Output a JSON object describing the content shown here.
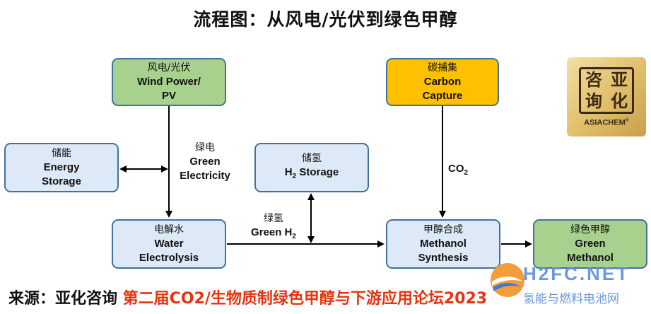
{
  "title": "流程图：从风电/光伏到绿色甲醇",
  "nodes": {
    "wind": {
      "zh": "风电/光伏",
      "en1": "Wind Power/",
      "en2": "PV"
    },
    "storage": {
      "zh": "储能",
      "en1": "Energy",
      "en2": "Storage"
    },
    "h2storage": {
      "zh": "储氢",
      "en_pre": "H",
      "sub": "2",
      "en_post": " Storage"
    },
    "electrolysis": {
      "zh": "电解水",
      "en1": "Water",
      "en2": "Electrolysis"
    },
    "carbon": {
      "zh": "碳捕集",
      "en1": "Carbon",
      "en2": "Capture"
    },
    "synthesis": {
      "zh": "甲醇合成",
      "en1": "Methanol",
      "en2": "Synthesis"
    },
    "green_methanol": {
      "zh": "绿色甲醇",
      "en1": "Green",
      "en2": "Methanol"
    }
  },
  "edge_labels": {
    "green_electricity": {
      "zh": "绿电",
      "en1": "Green",
      "en2": "Electricity"
    },
    "green_h2": {
      "zh": "绿氢",
      "en_pre": "Green H",
      "sub": "2"
    },
    "co2": {
      "pre": "CO",
      "sub": "2"
    }
  },
  "logo": {
    "chars": [
      "咨",
      "亚",
      "询",
      "化"
    ],
    "name": "ASIACHEM",
    "mark": "®"
  },
  "source": {
    "prefix": "来源：亚化咨询 ",
    "highlight": "第二届CO2/生物质制绿色甲醇与下游应用论坛2023"
  },
  "watermark": {
    "brand": "H2FC.NET",
    "sub": "氢能与燃料电池网"
  },
  "colors": {
    "blue_fill": "#dde9f7",
    "green_fill": "#a9d18e",
    "orange_fill": "#ffc000",
    "border": "#41719c",
    "source_red": "#e8330f"
  }
}
